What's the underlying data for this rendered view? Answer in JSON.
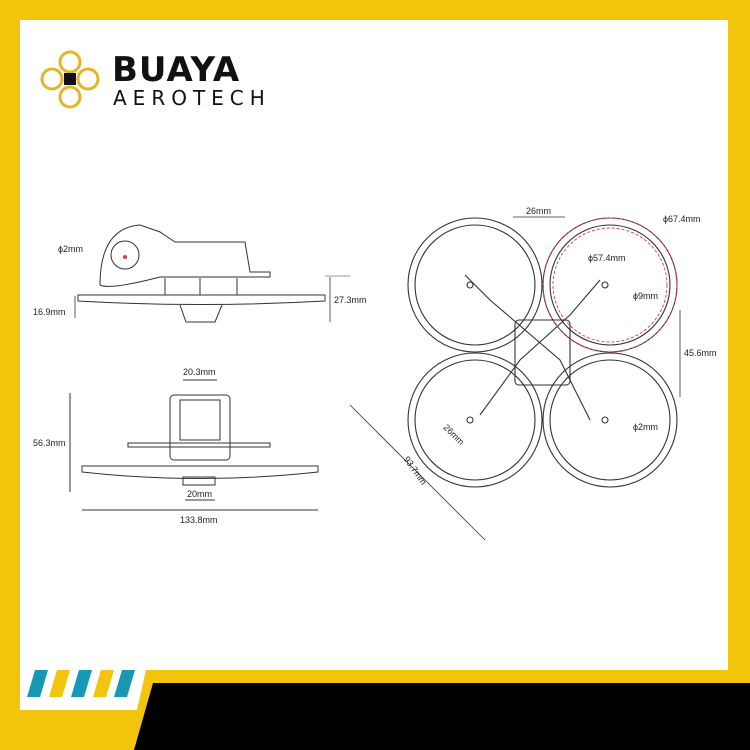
{
  "brand": {
    "name": "BUAYA",
    "tagline": "AEROTECH"
  },
  "colors": {
    "frame": "#f2c40c",
    "accent_blue": "#1798b5",
    "black": "#000000",
    "dim_red": "#e0393e"
  },
  "side_view": {
    "motor_hole": "ϕ2mm",
    "height_total": "27.3mm",
    "height_frame": "16.9mm"
  },
  "front_view": {
    "top_width": "20.3mm",
    "height": "56.3mm",
    "bottom_width": "20mm",
    "total_width": "133.8mm"
  },
  "top_view": {
    "motor_spacing": "26mm",
    "duct_outer": "ϕ67.4mm",
    "duct_inner": "ϕ57.4mm",
    "motor_center": "ϕ9mm",
    "vertical_spacing": "45.6mm",
    "mount_spacing": "26mm",
    "mount_hole": "ϕ2mm",
    "diagonal": "93.7mm"
  }
}
